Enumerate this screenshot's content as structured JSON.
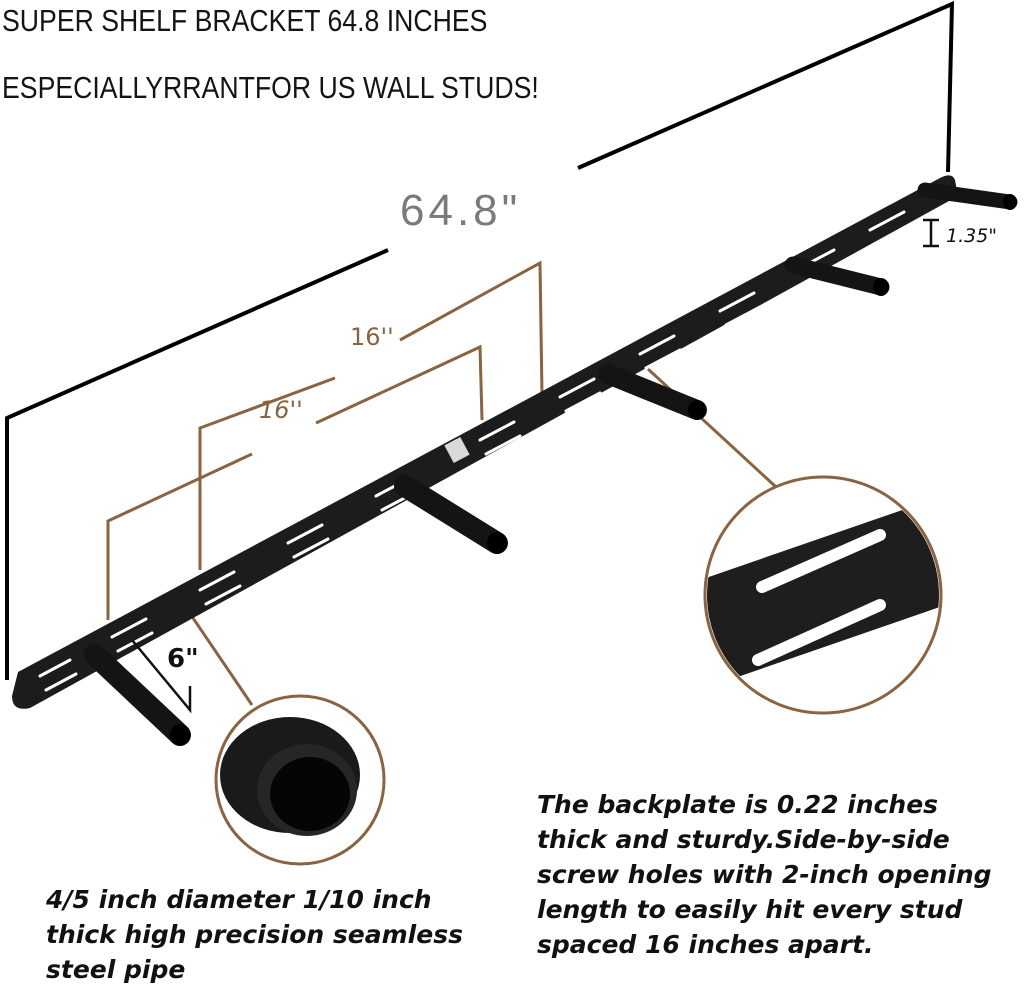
{
  "headline": {
    "line1": "SUPER SHELF BRACKET 64.8 INCHES",
    "line2": "ESPECIALLYRRANTFOR US WALL STUDS!"
  },
  "dimensions": {
    "total_length": "64.8\"",
    "stud_spacing_upper": "16''",
    "stud_spacing_lower": "16''",
    "rod_length": "6\"",
    "backplate_height": "1.35\""
  },
  "callouts": {
    "pipe_caption": {
      "lines": [
        "4/5 inch diameter 1/10 inch",
        "thick high precision seamless",
        "steel pipe"
      ]
    },
    "backplate_caption": {
      "lines": [
        "The backplate is 0.22 inches",
        "thick and sturdy.Side-by-side",
        "screw holes with 2-inch opening",
        "length to easily hit every stud",
        "spaced 16 inches apart."
      ]
    }
  },
  "product": {
    "rod_count": 5,
    "detail_views": [
      "pipe-end-closeup",
      "slot-closeup"
    ]
  },
  "colors": {
    "dimension_brown": "#8a6440",
    "dimension_gray": "#7a7a7a",
    "bracket_black": "#1c1c1c",
    "text": "#111111"
  }
}
